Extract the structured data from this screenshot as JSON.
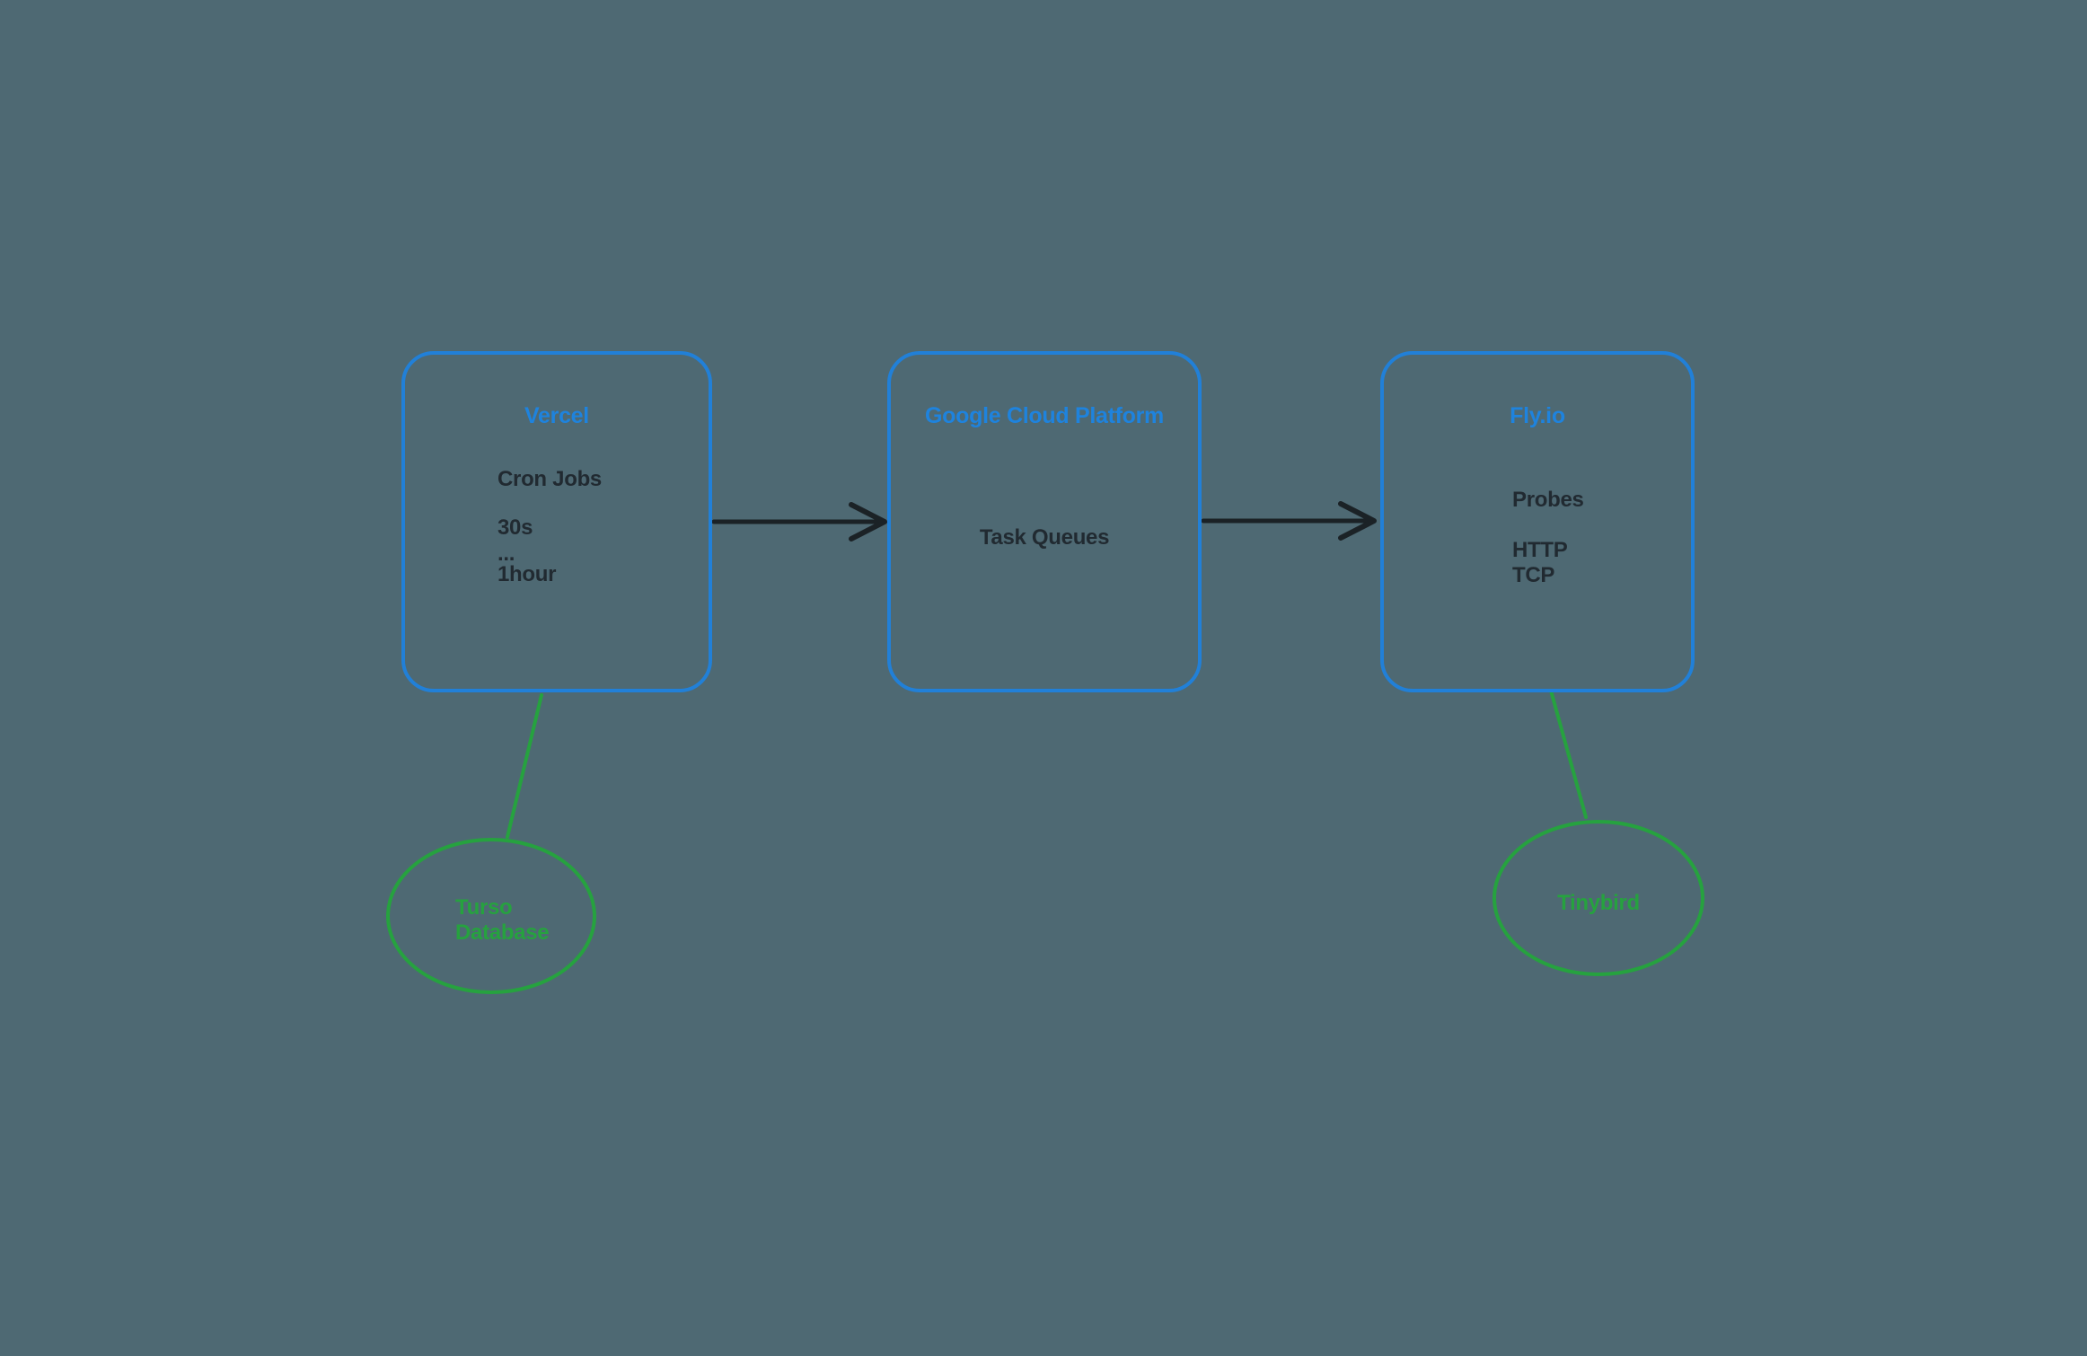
{
  "colors": {
    "bg": "#4e6973",
    "stroke-blue": "#2180d8",
    "title-blue": "#1e83de",
    "ink": "#212a31",
    "green": "#26a23f",
    "arrow": "#1b2226"
  },
  "nodes": {
    "vercel": {
      "title": "Vercel",
      "line1": "Cron Jobs",
      "line2": "30s",
      "line3": "...",
      "line4": "1hour"
    },
    "gcp": {
      "title": "Google Cloud Platform",
      "line1": "Task Queues"
    },
    "flyio": {
      "title": "Fly.io",
      "line1": "Probes",
      "line2": "HTTP",
      "line3": "TCP"
    },
    "turso": {
      "line1": "Turso",
      "line2": "Database"
    },
    "tinybird": {
      "label": "Tinybird"
    }
  }
}
